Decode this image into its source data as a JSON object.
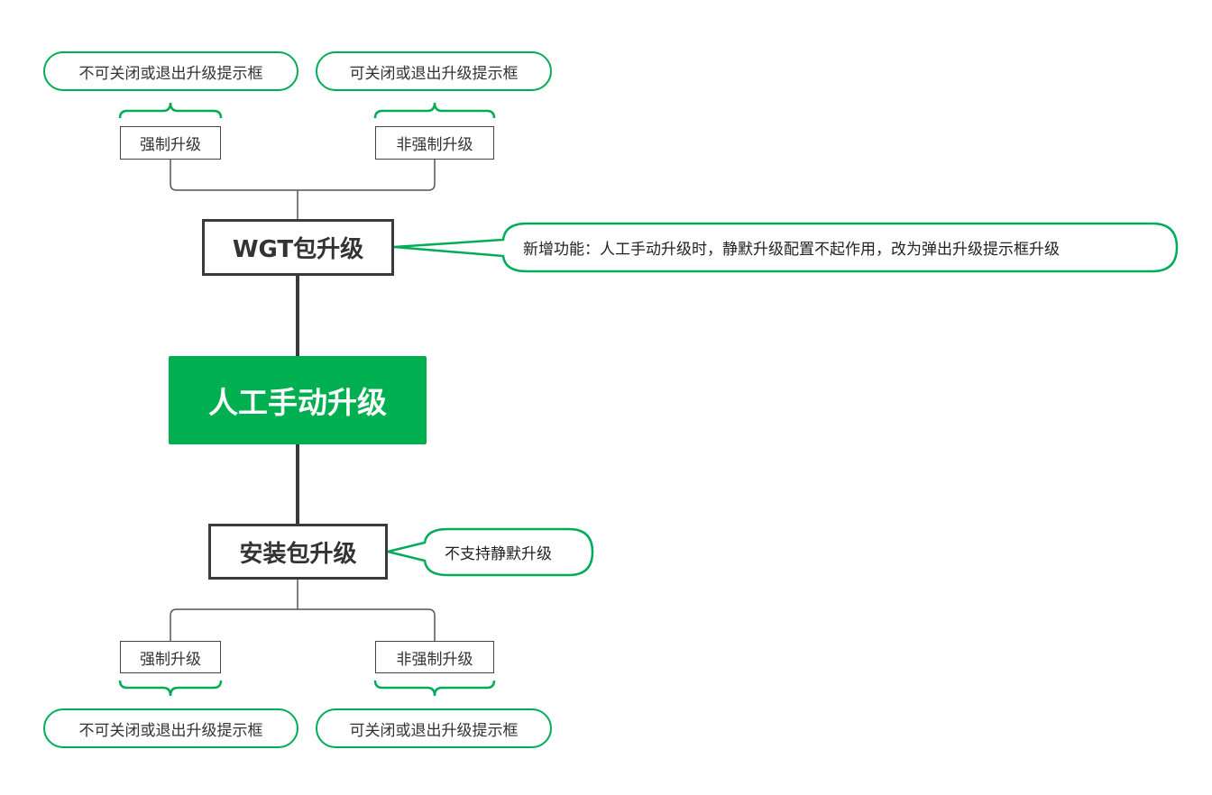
{
  "center": {
    "label": "人工手动升级"
  },
  "wgt": {
    "label": "WGT包升级",
    "note": "新增功能：人工手动升级时，静默升级配置不起作用，改为弹出升级提示框升级",
    "children": [
      {
        "label": "强制升级",
        "summary": "不可关闭或退出升级提示框"
      },
      {
        "label": "非强制升级",
        "summary": "可关闭或退出升级提示框"
      }
    ]
  },
  "apk": {
    "label": "安装包升级",
    "note": "不支持静默升级",
    "children": [
      {
        "label": "强制升级",
        "summary": "不可关闭或退出升级提示框"
      },
      {
        "label": "非强制升级",
        "summary": "可关闭或退出升级提示框"
      }
    ]
  },
  "colors": {
    "accent": "#00b050",
    "line": "#3a3a3a"
  }
}
